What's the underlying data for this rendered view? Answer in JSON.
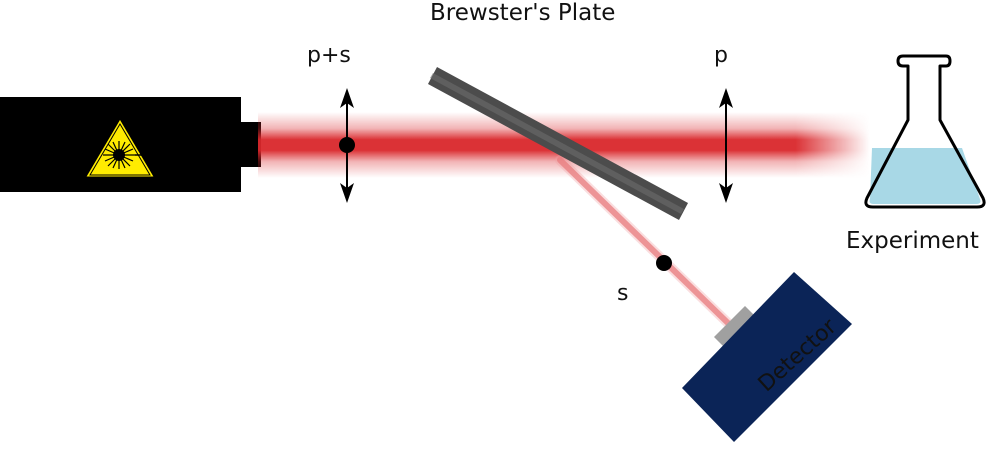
{
  "diagram": {
    "title": "Brewster's Plate",
    "labels": {
      "incident_polarization": "p+s",
      "transmitted_polarization": "p",
      "reflected_polarization": "s",
      "target": "Experiment",
      "detector": "Detector"
    },
    "components": [
      {
        "name": "laser",
        "icon": "laser-warning-icon"
      },
      {
        "name": "brewster-plate",
        "icon": "glass-plate"
      },
      {
        "name": "experiment",
        "icon": "erlenmeyer-flask-icon"
      },
      {
        "name": "detector",
        "icon": "detector-box"
      }
    ],
    "colors": {
      "beam": "#d9272b",
      "laser_body": "#000000",
      "warning": "#ffec00",
      "plate": "#505050",
      "liquid": "#a8d8e6",
      "detector": "#0b2457",
      "detector_window": "#a0a0a0"
    }
  }
}
